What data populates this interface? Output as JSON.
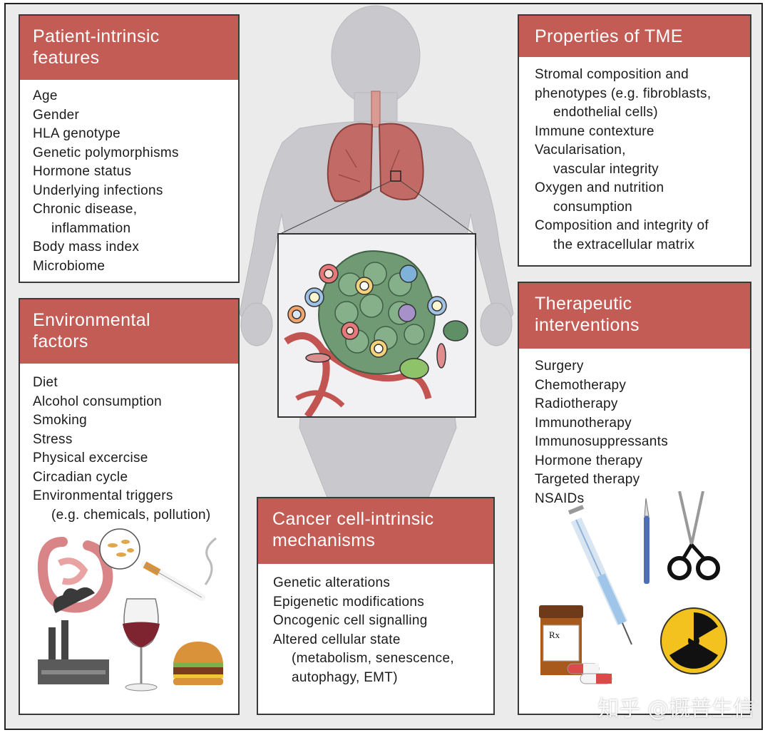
{
  "boxes": {
    "patient": {
      "title": [
        "Patient-intrinsic",
        "features"
      ],
      "items": [
        [
          "Age"
        ],
        [
          "Gender"
        ],
        [
          "HLA genotype"
        ],
        [
          "Genetic polymorphisms"
        ],
        [
          "Hormone status"
        ],
        [
          "Underlying infections"
        ],
        [
          "Chronic disease,",
          "inflammation"
        ],
        [
          "Body mass index"
        ],
        [
          "Microbiome"
        ]
      ]
    },
    "environment": {
      "title": [
        "Environmental",
        "factors"
      ],
      "items": [
        [
          "Diet"
        ],
        [
          "Alcohol consumption"
        ],
        [
          "Smoking"
        ],
        [
          "Stress"
        ],
        [
          "Physical excercise"
        ],
        [
          "Circadian cycle"
        ],
        [
          "Environmental triggers",
          "(e.g. chemicals, pollution)"
        ]
      ]
    },
    "cancer_cell": {
      "title": [
        "Cancer cell-intrinsic",
        "mechanisms"
      ],
      "items": [
        [
          "Genetic alterations"
        ],
        [
          "Epigenetic modifications"
        ],
        [
          "Oncogenic cell signalling"
        ],
        [
          "Altered cellular state",
          "(metabolism, senescence,",
          "autophagy, EMT)"
        ]
      ]
    },
    "tme": {
      "title": [
        "Properties of TME"
      ],
      "items": [
        [
          "Stromal composition and",
          "phenotypes (e.g. fibroblasts,",
          "endothelial cells)"
        ],
        [
          "Immune contexture"
        ],
        [
          "Vacularisation,",
          "vascular integrity"
        ],
        [
          "Oxygen and nutrition",
          "consumption"
        ],
        [
          "Composition and integrity of",
          "the extracellular matrix"
        ]
      ]
    },
    "therapy": {
      "title": [
        "Therapeutic",
        "interventions"
      ],
      "items": [
        [
          "Surgery"
        ],
        [
          "Chemotherapy"
        ],
        [
          "Radiotherapy"
        ],
        [
          "Immunotherapy"
        ],
        [
          "Immunosuppressants"
        ],
        [
          "Hormone therapy"
        ],
        [
          "Targeted therapy"
        ],
        [
          "NSAIDs"
        ]
      ]
    }
  },
  "illustrations": {
    "pill_bottle_label": "Rx"
  },
  "watermark": "知乎 @概普生信",
  "colors": {
    "header": "#c45c56",
    "background": "#ebebeb",
    "tumor": "#6f9a74",
    "lung": "#c26a66"
  }
}
